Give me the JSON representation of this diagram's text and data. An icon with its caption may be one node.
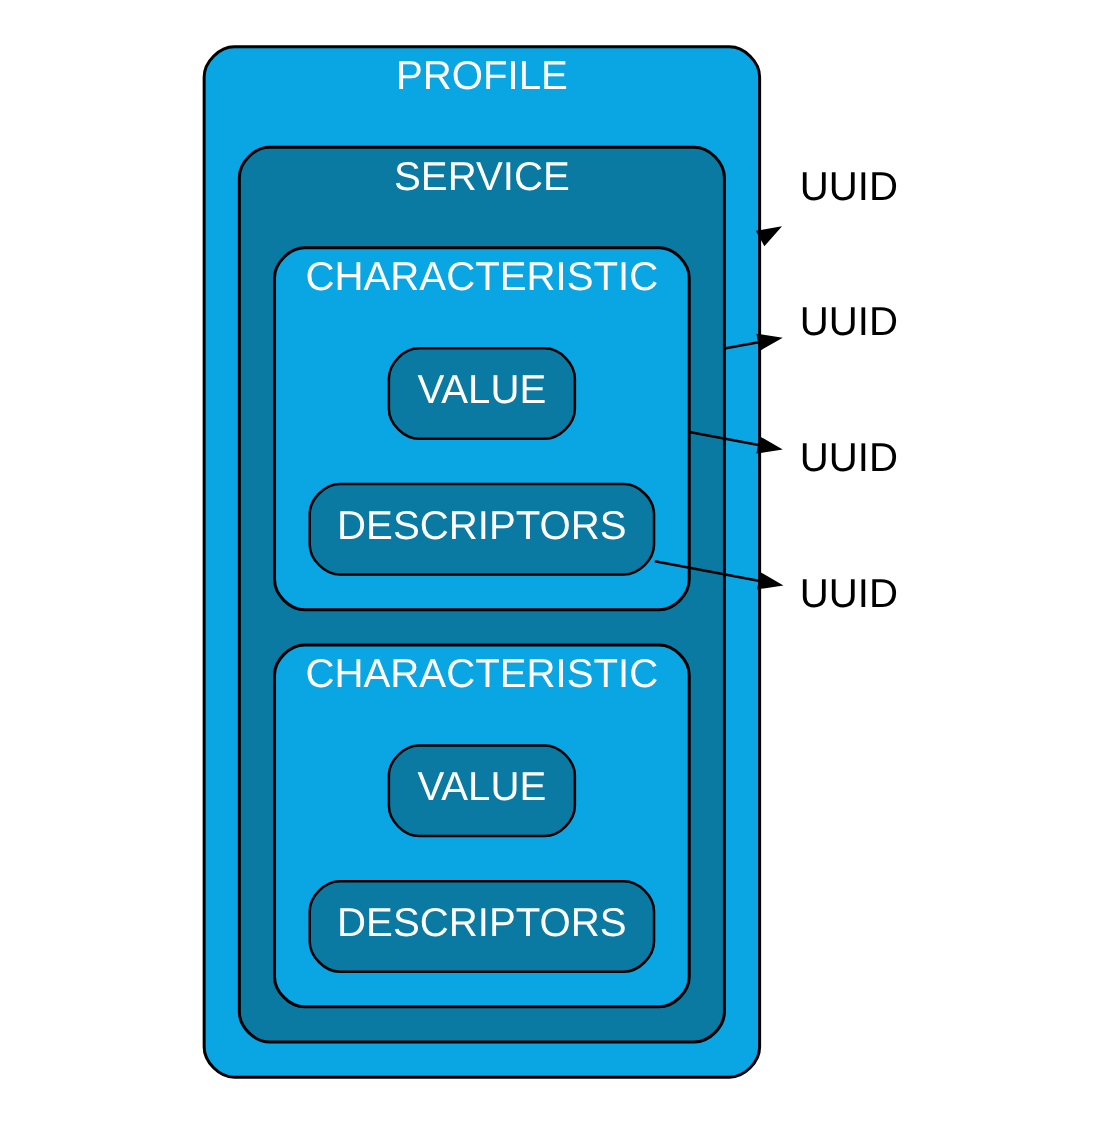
{
  "diagram": {
    "nodes": [
      {
        "text": [
          "PROFILE"
        ]
      },
      {
        "text": [
          "SERVICE"
        ],
        "in": 0
      },
      {
        "text": [
          "CHARACTERISTIC"
        ],
        "in": 1
      },
      {
        "text": [
          "VALUE"
        ],
        "in": 2
      },
      {
        "text": [
          "DESCRIPTORS"
        ],
        "in": 2
      },
      {
        "text": [
          "CHARACTERISTIC"
        ],
        "in": 1
      },
      {
        "text": [
          "VALUE"
        ],
        "in": 5
      },
      {
        "text": [
          "DESCRIPTORS"
        ],
        "in": 5
      },
      {
        "text": [
          "UUID"
        ]
      },
      {
        "text": [
          "UUID"
        ]
      },
      {
        "text": [
          "UUID"
        ]
      },
      {
        "text": [
          "UUID"
        ]
      }
    ],
    "edges": [
      {
        "from": 0,
        "to": 8,
        "arrow": "to"
      },
      {
        "from": 1,
        "to": 9,
        "arrow": "to"
      },
      {
        "from": 2,
        "to": 10,
        "arrow": "to"
      },
      {
        "from": 4,
        "to": 11,
        "arrow": "to"
      }
    ]
  }
}
